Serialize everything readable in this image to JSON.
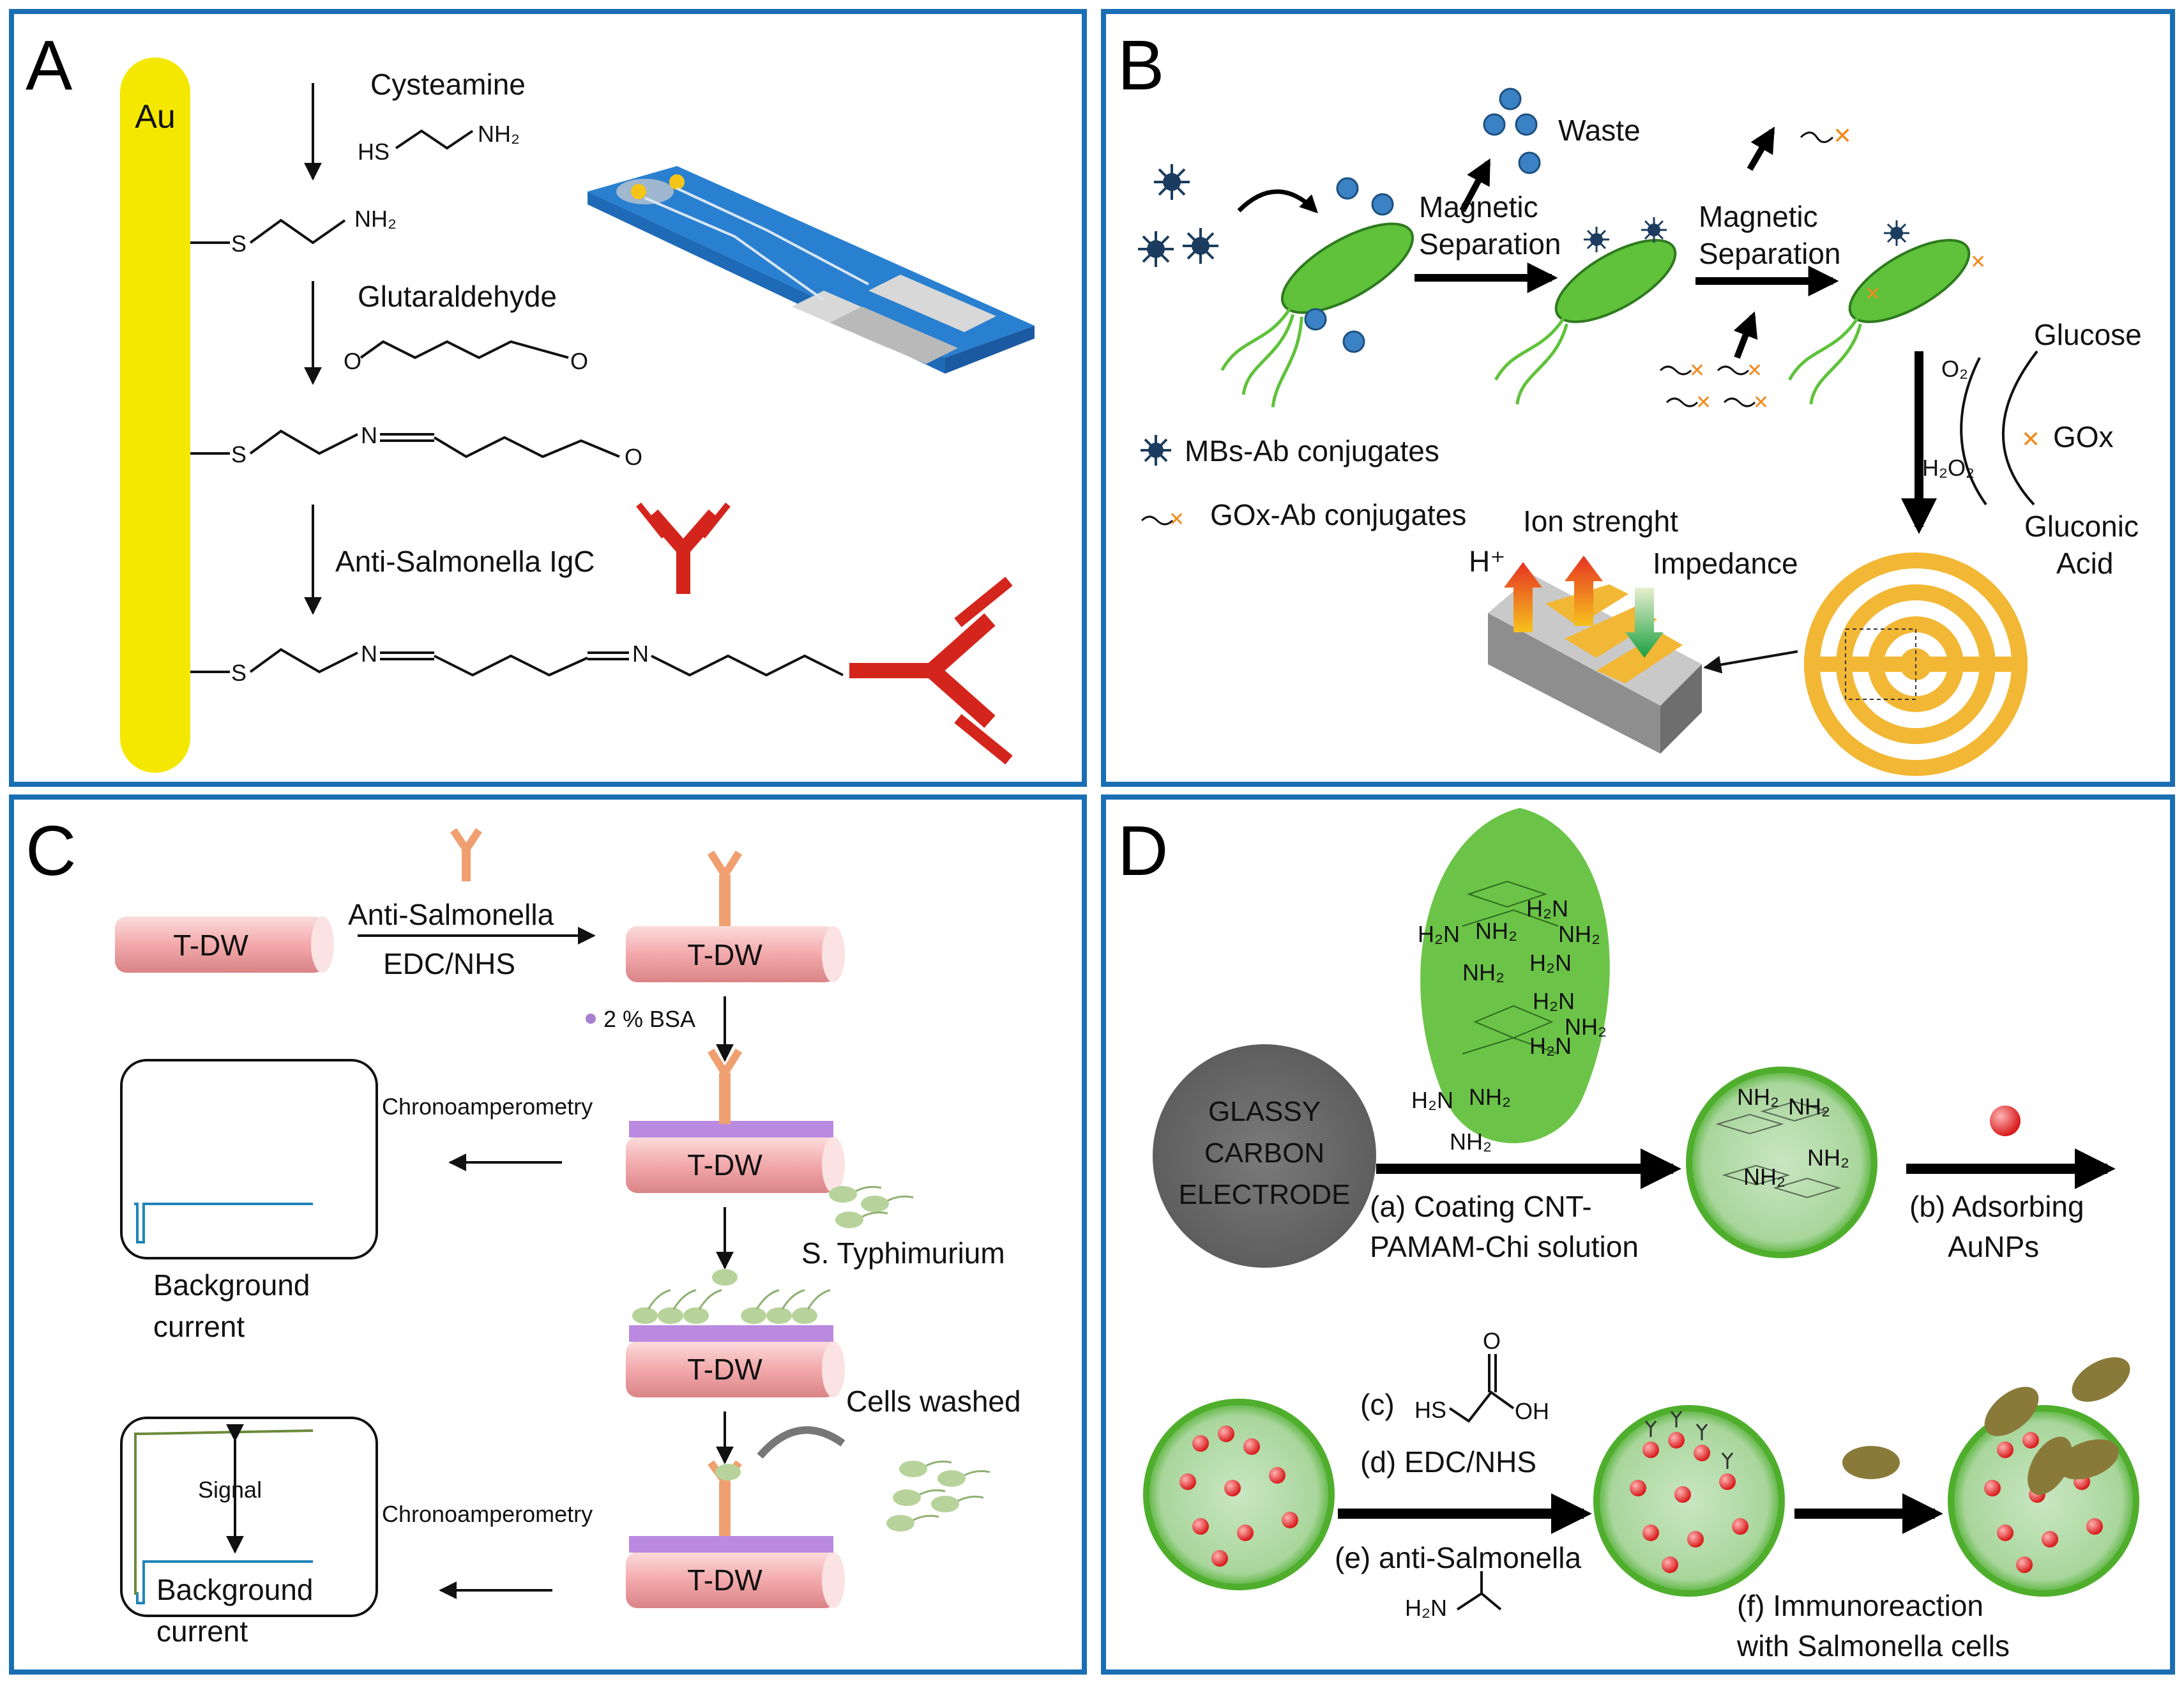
{
  "colors": {
    "panel_border": "#1a6fb4",
    "gold": "#f5e800",
    "antibody_red": "#d4251d",
    "bacteria_green": "#5fc23a",
    "magnetic_bead": "#3b82c4",
    "gox_orange": "#f28a1e",
    "tdw_pink": "#f3a9ab",
    "electrode_gray": "#6d6d6d",
    "film_green": "#6bc447",
    "aunp_red": "#e53935"
  },
  "panelA": {
    "letter": "A",
    "electrode_label": "Au",
    "step1_label": "Cysteamine",
    "step1_molecule_hs": "HS",
    "step1_molecule_nh2": "NH₂",
    "layer1_s": "S",
    "layer1_nh2": "NH₂",
    "step2_label": "Glutaraldehyde",
    "step2_o1": "O",
    "step2_o2": "O",
    "layer2_s": "S",
    "layer2_n": "N",
    "layer2_o": "O",
    "step3_label": "Anti-Salmonella IgC",
    "layer3_s": "S",
    "layer3_n1": "N",
    "layer3_n2": "N"
  },
  "panelB": {
    "letter": "B",
    "waste_label": "Waste",
    "sep1_line1": "Magnetic",
    "sep1_line2": "Separation",
    "sep2_line1": "Magnetic",
    "sep2_line2": "Separation",
    "legend_mbs": "MBs-Ab conjugates",
    "legend_gox": "GOx-Ab conjugates",
    "glucose": "Glucose",
    "o2": "O₂",
    "h2o2": "H₂O₂",
    "gox": "GOx",
    "gluconic_line1": "Gluconic",
    "gluconic_line2": "Acid",
    "ion_strength": "Ion strenght",
    "hplus": "H⁺",
    "impedance": "Impedance"
  },
  "panelC": {
    "letter": "C",
    "tdw": "T-DW",
    "anti_salmonella": "Anti-Salmonella",
    "edc_nhs": "EDC/NHS",
    "bsa": "2 % BSA",
    "chrono1": "Chronoamperometry",
    "chrono2": "Chronoamperometry",
    "bg_line1": "Background",
    "bg_line2": "current",
    "bg2_line1": "Background",
    "bg2_line2": "current",
    "signal": "Signal",
    "typhimurium": "S. Typhimurium",
    "cells_washed": "Cells washed"
  },
  "panelD": {
    "letter": "D",
    "gce_line1": "GLASSY",
    "gce_line2": "CARBON",
    "gce_line3": "ELECTRODE",
    "step_a_line1": "(a) Coating CNT-",
    "step_a_line2": "PAMAM-Chi solution",
    "step_b_line1": "(b) Adsorbing",
    "step_b_line2": "AuNPs",
    "step_c": "(c)",
    "step_c_hs": "HS",
    "step_c_o": "O",
    "step_c_oh": "OH",
    "step_d": "(d) EDC/NHS",
    "step_e": "(e) anti-Salmonella",
    "step_e_h2n": "H₂N",
    "step_f_line1": "(f) Immunoreaction",
    "step_f_line2": "with Salmonella cells",
    "nh2": "NH₂",
    "h2n": "H₂N"
  }
}
